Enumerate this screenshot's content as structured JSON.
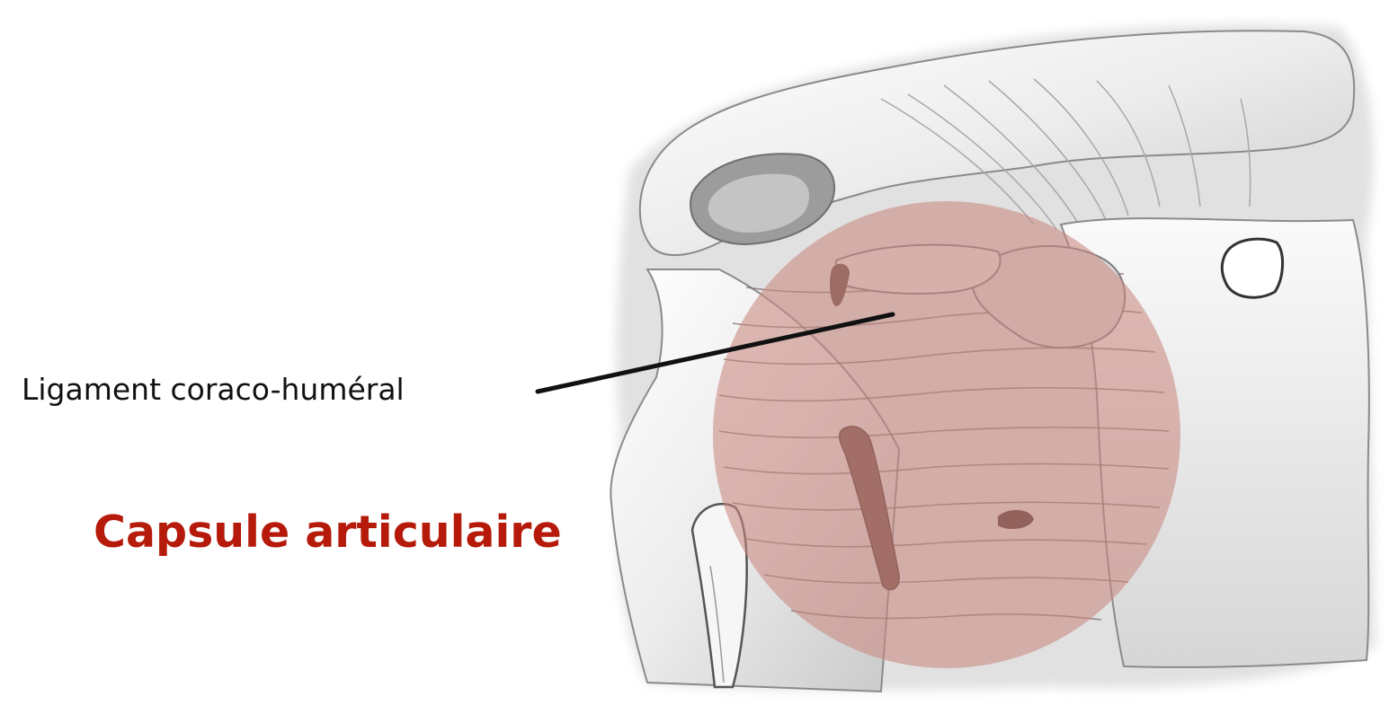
{
  "labels": {
    "ligament": "Ligament coraco-huméral",
    "capsule": "Capsule articulaire"
  },
  "colors": {
    "highlight": "#c98880",
    "capsule_label": "#b51a0a",
    "leader_line": "#111111",
    "bone_light": "#f2f2f2",
    "bone_shade": "#9a9a9a"
  },
  "icons": {
    "anatomy": "shoulder-joint-illustration"
  }
}
